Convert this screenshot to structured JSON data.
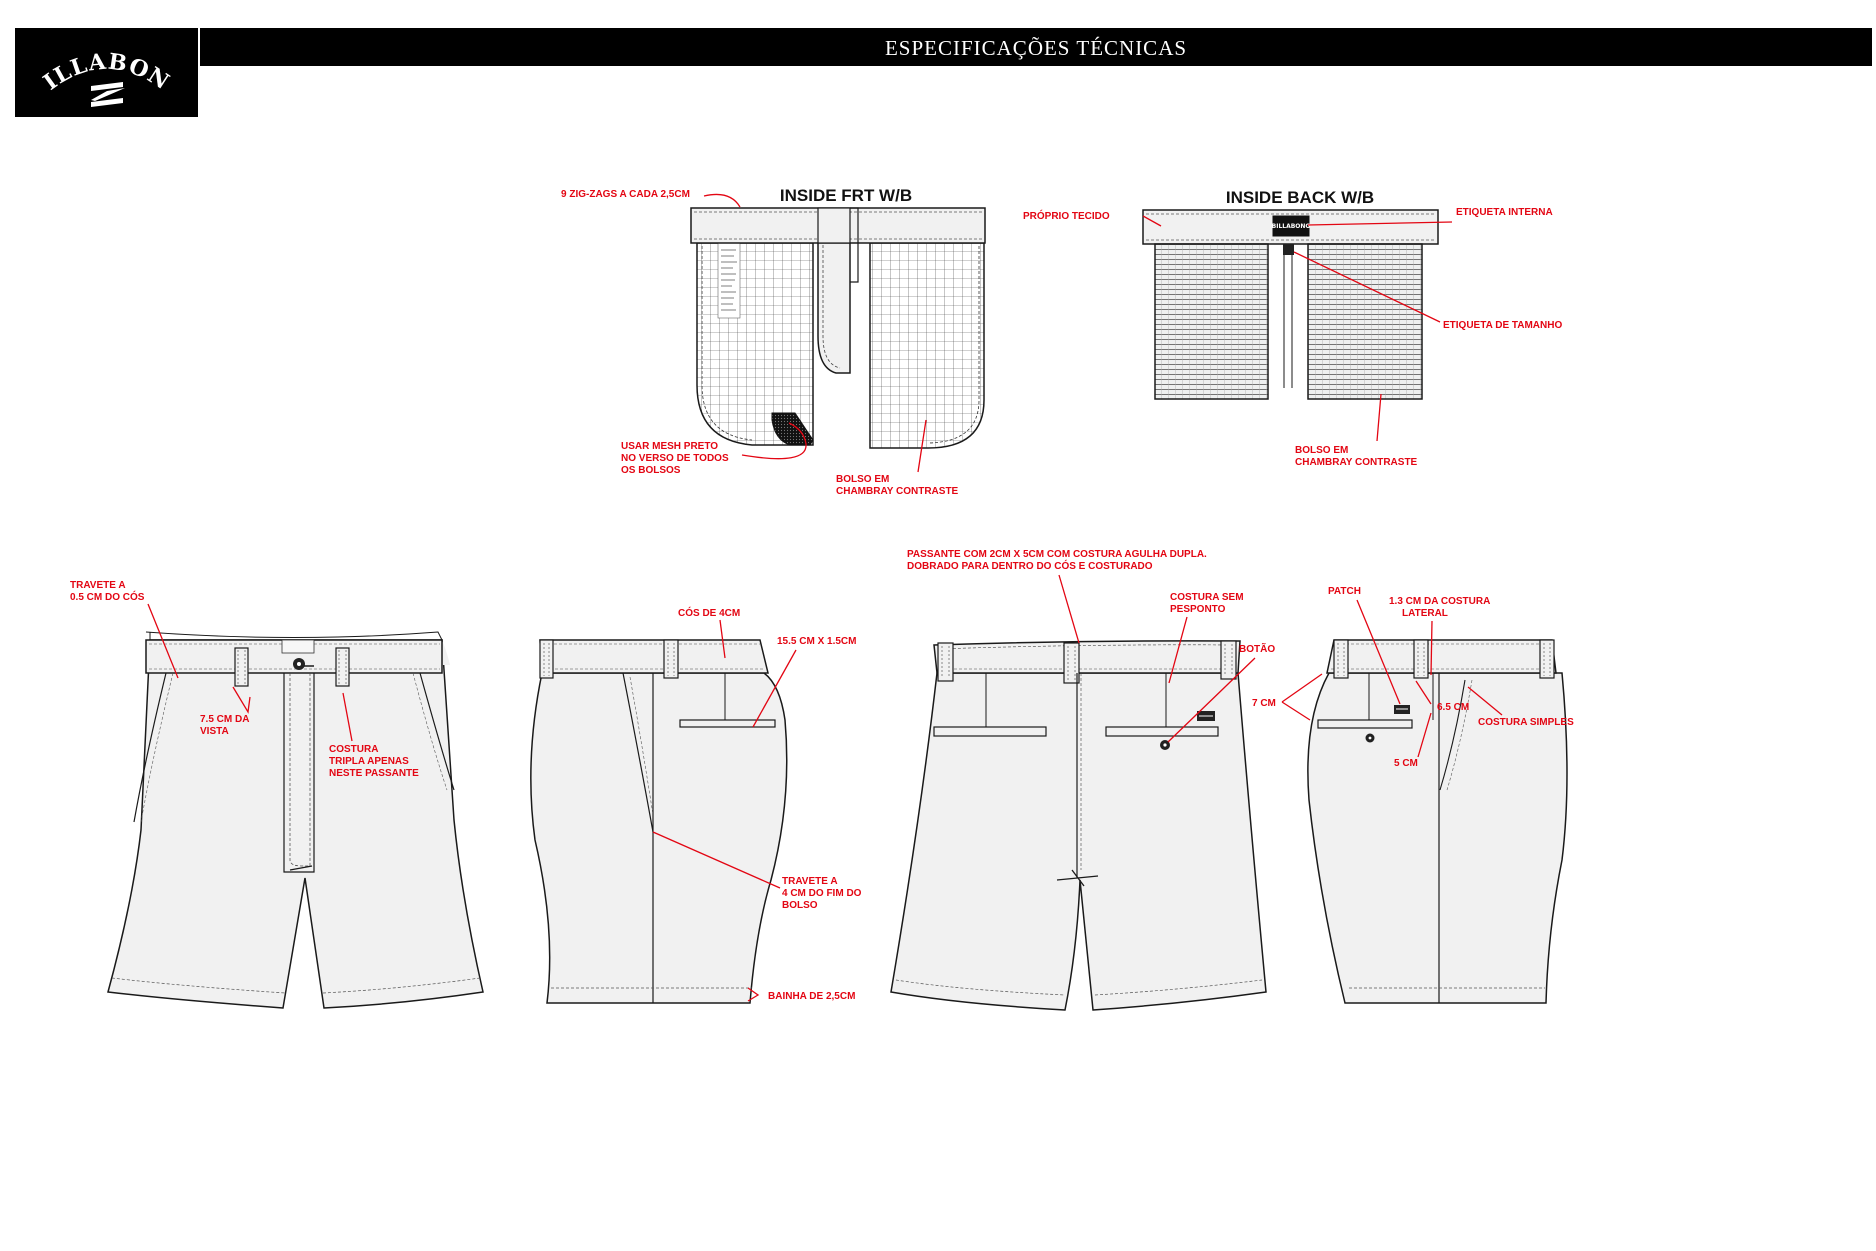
{
  "header": {
    "brand": "BILLABONG",
    "title": "ESPECIFICAÇÕES TÉCNICAS"
  },
  "colors": {
    "annotation": "#e30613",
    "line": "#1a1a1a",
    "fabric": "#f1f1f1",
    "title_bar": "#000000"
  },
  "inside_front": {
    "title": "INSIDE FRT W/B",
    "zigzag": "9 ZIG-ZAGS A CADA 2,5CM",
    "mesh": [
      "USAR MESH PRETO",
      "NO VERSO DE TODOS",
      "OS BOLSOS"
    ],
    "pocket": [
      "BOLSO EM",
      "CHAMBRAY CONTRASTE"
    ]
  },
  "inside_back": {
    "title": "INSIDE BACK W/B",
    "fabric": "PRÓPRIO TECIDO",
    "inner_label": "ETIQUETA INTERNA",
    "size_label": "ETIQUETA DE TAMANHO",
    "pocket": [
      "BOLSO EM",
      "CHAMBRAY CONTRASTE"
    ]
  },
  "front_view": {
    "bartack": [
      "TRAVETE A",
      "0.5 CM DO CÓS"
    ],
    "fly": [
      "7.5 CM DA",
      "VISTA"
    ],
    "stitch": [
      "COSTURA",
      "TRIPLA APENAS",
      "NESTE PASSANTE"
    ]
  },
  "side_view": {
    "waistband": "CÓS DE 4CM",
    "welt": "15.5 CM X 1.5CM",
    "bartack": [
      "TRAVETE A",
      "4 CM DO FIM DO",
      "BOLSO"
    ],
    "hem": "BAINHA DE 2,5CM"
  },
  "back_view": {
    "loop": [
      "PASSANTE COM 2CM X 5CM COM COSTURA AGULHA DUPLA.",
      "DOBRADO PARA DENTRO DO CÓS E COSTURADO"
    ],
    "seam": [
      "COSTURA SEM",
      "PESPONTO"
    ],
    "button": "BOTÃO"
  },
  "side_back_view": {
    "patch": "PATCH",
    "side_seam": [
      "1.3 CM DA COSTURA",
      "LATERAL"
    ],
    "seven": "7 CM",
    "six_five": "6.5 CM",
    "five": "5 CM",
    "simple": "COSTURA SIMPLES"
  }
}
